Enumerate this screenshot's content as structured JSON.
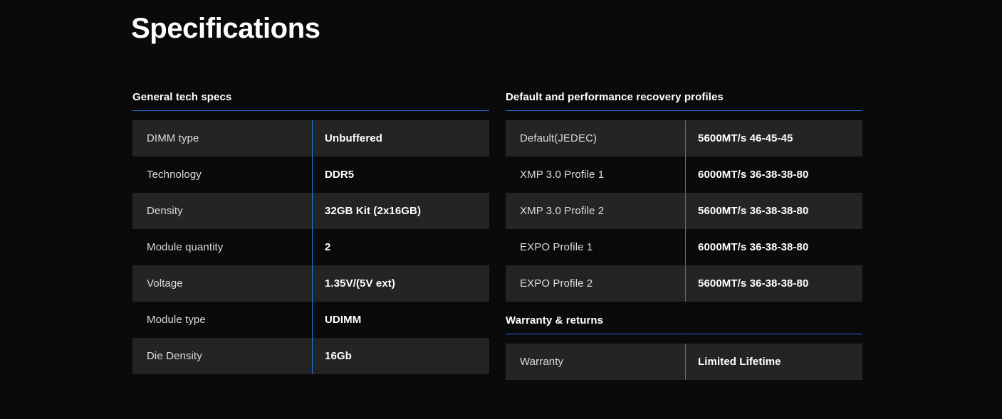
{
  "page": {
    "title": "Specifications",
    "accent_color": "#1a7fe0",
    "rule_color": "#1c6fd4",
    "background_color": "#0a0a0a",
    "stripe_color": "#242424",
    "label_color": "#dcdcdc",
    "value_color": "#ffffff"
  },
  "left_column": {
    "sections": [
      {
        "title": "General tech specs",
        "rows": [
          {
            "label": "DIMM type",
            "value": "Unbuffered"
          },
          {
            "label": "Technology",
            "value": "DDR5"
          },
          {
            "label": "Density",
            "value": "32GB Kit (2x16GB)"
          },
          {
            "label": "Module quantity",
            "value": "2"
          },
          {
            "label": "Voltage",
            "value": "1.35V/(5V ext)"
          },
          {
            "label": "Module type",
            "value": "UDIMM"
          },
          {
            "label": "Die Density",
            "value": "16Gb"
          }
        ]
      }
    ]
  },
  "right_column": {
    "sections": [
      {
        "title": "Default and performance recovery profiles",
        "rows": [
          {
            "label": "Default(JEDEC)",
            "value": "5600MT/s 46-45-45"
          },
          {
            "label": "XMP 3.0 Profile 1",
            "value": "6000MT/s 36-38-38-80"
          },
          {
            "label": "XMP 3.0 Profile 2",
            "value": "5600MT/s 36-38-38-80"
          },
          {
            "label": "EXPO Profile 1",
            "value": "6000MT/s 36-38-38-80"
          },
          {
            "label": "EXPO Profile 2",
            "value": "5600MT/s 36-38-38-80"
          }
        ]
      },
      {
        "title": "Warranty & returns",
        "rows": [
          {
            "label": "Warranty",
            "value": "Limited Lifetime"
          }
        ]
      }
    ]
  }
}
